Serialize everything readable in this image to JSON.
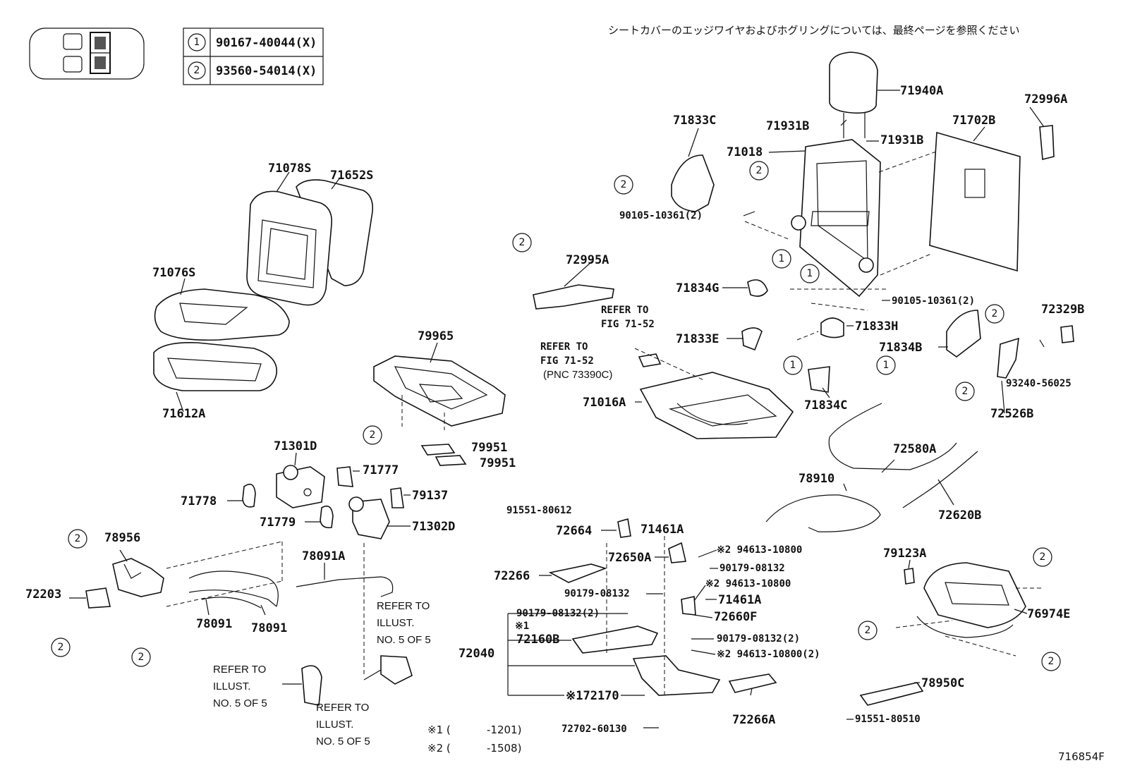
{
  "header_note": "シートカバーのエッジワイヤおよびホグリングについては、最終ページを参照ください",
  "legend": [
    {
      "num": "1",
      "part": "90167-40044(X)"
    },
    {
      "num": "2",
      "part": "93560-54014(X)"
    }
  ],
  "labels": {
    "l71940A": "71940A",
    "l72996A": "72996A",
    "l71702B": "71702B",
    "l71931B_1": "71931B",
    "l71931B_2": "71931B",
    "l71833C": "71833C",
    "l71018": "71018",
    "l90105_1": "90105-10361(2)",
    "l90105_2": "90105-10361(2)",
    "l71078S": "71078S",
    "l71652S": "71652S",
    "l71076S": "71076S",
    "l71612A": "71612A",
    "l72995A": "72995A",
    "l71834G": "71834G",
    "l71833H": "71833H",
    "l71833E": "71833E",
    "l72329B": "72329B",
    "l71834B": "71834B",
    "l93240": "93240-56025",
    "l72526B": "72526B",
    "l71016A": "71016A",
    "l71834C": "71834C",
    "l79965": "79965",
    "l79951_1": "79951",
    "l79951_2": "79951",
    "l71301D": "71301D",
    "l71777": "71777",
    "l71778": "71778",
    "l79137": "79137",
    "l71779": "71779",
    "l71302D": "71302D",
    "l72580A": "72580A",
    "l78910": "78910",
    "l72620B": "72620B",
    "l78956": "78956",
    "l78091A": "78091A",
    "l72203": "72203",
    "l78091_1": "78091",
    "l78091_2": "78091",
    "l91551a": "91551-80612",
    "l72664": "72664",
    "l71461A_1": "71461A",
    "l72650A": "72650A",
    "l94613_1": "※2 94613-10800",
    "l90179_1": "90179-08132",
    "l72266": "72266",
    "l90179_2": "90179-08132",
    "l94613_2": "※2 94613-10800",
    "l71461A_2": "71461A",
    "l72660F": "72660F",
    "l90179_3": "90179-08132(2)",
    "l_x1": "※1",
    "l72160B": "72160B",
    "l90179_4": "90179-08132(2)",
    "l94613_3": "※2 94613-10800(2)",
    "l72040": "72040",
    "l72170": "※172170",
    "l72266A": "72266A",
    "l72702": "72702-60130",
    "l79123A": "79123A",
    "l76974E": "76974E",
    "l78950C": "78950C",
    "l91551b": "91551-80510"
  },
  "refers": {
    "fig_a_1": "REFER TO",
    "fig_a_2": "FIG 71-52",
    "fig_b_1": "REFER TO",
    "fig_b_2": "FIG 71-52",
    "fig_b_3": "(PNC 73390C)",
    "ill_a_1": "REFER TO",
    "ill_a_2": "ILLUST.",
    "ill_a_3": "NO. 5 OF 5",
    "ill_b_1": "REFER TO",
    "ill_b_2": "ILLUST.",
    "ill_b_3": "NO. 5 OF 5",
    "ill_c_1": "REFER TO",
    "ill_c_2": "ILLUST.",
    "ill_c_3": "NO. 5 OF 5"
  },
  "footnotes": {
    "f1_mark": "※1 (",
    "f1_val": "-1201)",
    "f2_mark": "※2 (",
    "f2_val": "-1508)"
  },
  "circle_marks": [
    "1",
    "2"
  ],
  "diagram_id": "716854F"
}
